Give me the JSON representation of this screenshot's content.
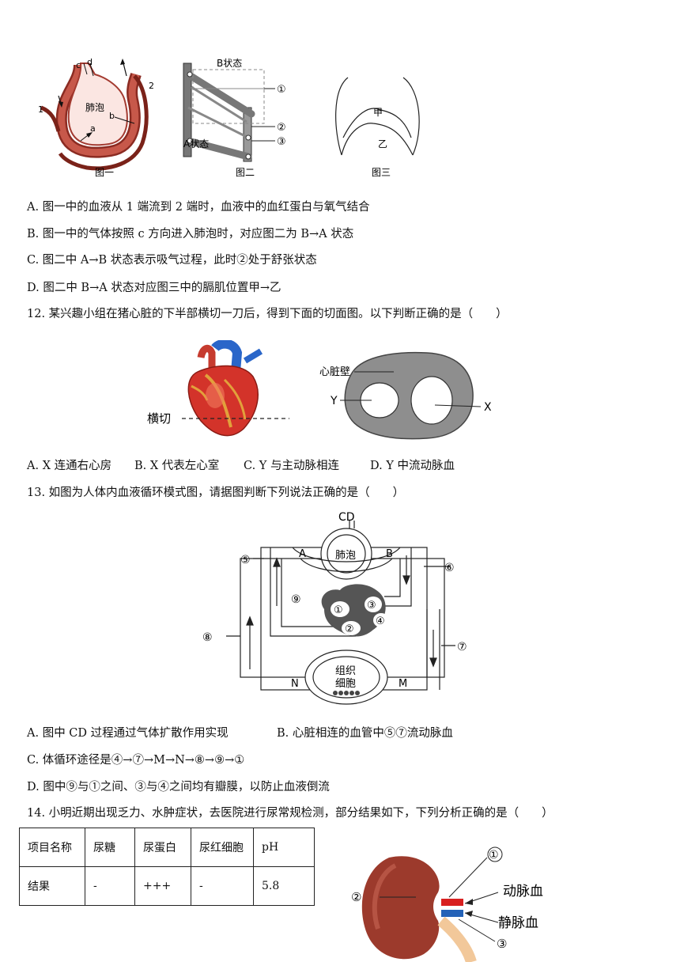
{
  "figures_top": {
    "fig1": {
      "caption": "图一",
      "label_1": "1",
      "label_2": "2",
      "label_c": "c",
      "label_d": "d",
      "label_a": "a",
      "label_b": "b",
      "alveolus": "肺泡"
    },
    "fig2": {
      "caption": "图二",
      "state_b": "B状态",
      "state_a": "A状态",
      "mark_1": "①",
      "mark_2": "②",
      "mark_3": "③"
    },
    "fig3": {
      "caption": "图三",
      "jia": "甲",
      "yi": "乙"
    }
  },
  "q11": {
    "a": "A. 图一中的血液从 1 端流到 2 端时，血液中的血红蛋白与氧气结合",
    "b": "B. 图一中的气体按照 c 方向进入肺泡时，对应图二为 B→A 状态",
    "c": "C. 图二中 A→B 状态表示吸气过程，此时②处于舒张状态",
    "d": "D. 图二中 B→A 状态对应图三中的膈肌位置甲→乙"
  },
  "q12": {
    "stem": "12. 某兴趣小组在猪心脏的下半部横切一刀后，得到下面的切面图。以下判断正确的是（　　）",
    "cut_label": "横切",
    "wall_label": "心脏壁",
    "y_label": "Y",
    "x_label": "X",
    "opt_a": "A. X 连通右心房",
    "opt_b": "B. X 代表左心室",
    "opt_c": "C. Y 与主动脉相连",
    "opt_d": "D. Y 中流动脉血"
  },
  "q13": {
    "stem": "13. 如图为人体内血液循环模式图，请据图判断下列说法正确的是（　　）",
    "diagram": {
      "cd": "CD",
      "alveolus": "肺泡",
      "a": "A",
      "b": "B",
      "n": "N",
      "m": "M",
      "tissue1": "组织",
      "tissue2": "细胞",
      "m1": "①",
      "m2": "②",
      "m3": "③",
      "m4": "④",
      "m5": "⑤",
      "m6": "⑥",
      "m7": "⑦",
      "m8": "⑧",
      "m9": "⑨"
    },
    "opt_a": "A. 图中 CD 过程通过气体扩散作用实现",
    "opt_b": "B. 心脏相连的血管中⑤⑦流动脉血",
    "opt_c": "C. 体循环途径是④→⑦→M→N→⑧→⑨→①",
    "opt_d": "D. 图中⑨与①之间、③与④之间均有瓣膜，以防止血液倒流"
  },
  "q14": {
    "stem": "14. 小明近期出现乏力、水肿症状，去医院进行尿常规检测，部分结果如下，下列分析正确的是（　　）",
    "table": {
      "headers": [
        "项目名称",
        "尿糖",
        "尿蛋白",
        "尿红细胞",
        "pH"
      ],
      "row": [
        "结果",
        "-",
        "+++",
        "-",
        "5.8"
      ]
    },
    "kidney": {
      "m1": "①",
      "m2": "②",
      "m3": "③",
      "artery": "动脉血",
      "vein": "静脉血"
    }
  }
}
